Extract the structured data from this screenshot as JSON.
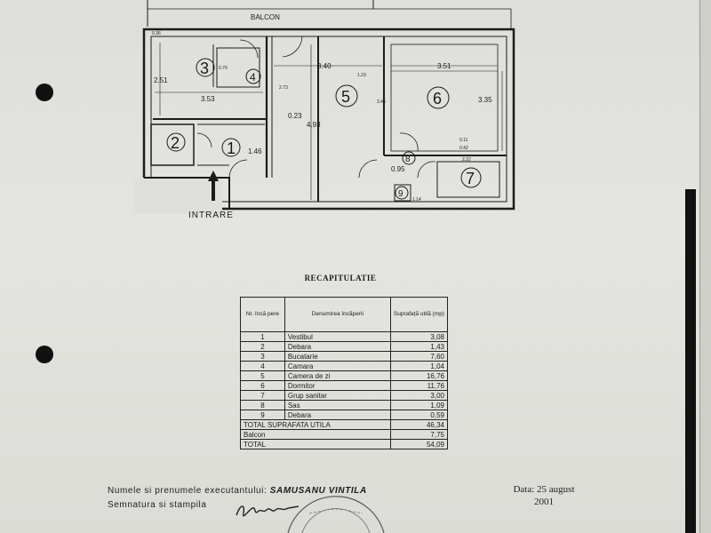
{
  "plan": {
    "balcony_label": "BALCON",
    "entrance_label": "INTRARE",
    "rooms": [
      "1",
      "2",
      "3",
      "4",
      "5",
      "6",
      "7",
      "8",
      "9"
    ],
    "dimensions": {
      "d_2_51": "2.51",
      "d_3_53": "3.53",
      "d_3_40": "3.40",
      "d_3_51": "3.51",
      "d_4_93": "4.93",
      "d_3_35": "3.35",
      "d_1_46": "1.46",
      "d_0_23": "0.23",
      "d_0_95": "0.95",
      "d_1_23": "1.23",
      "d_0_70": "0.70",
      "d_2_73": "2.73",
      "d_3_46": "3.46",
      "d_0_36": "0.36",
      "d_2_22": "2.22",
      "d_0_11": "0.11",
      "d_0_42": "0.42",
      "d_1_14": "1.14"
    }
  },
  "recap": {
    "title": "RECAPITULATIE",
    "headers": [
      "Nr. încă pere",
      "Denumirea încăperii",
      "Suprafață utilă (mp)"
    ],
    "rows": [
      {
        "nr": "1",
        "name": "Vestibul",
        "area": "3,08"
      },
      {
        "nr": "2",
        "name": "Debara",
        "area": "1,43"
      },
      {
        "nr": "3",
        "name": "Bucatarie",
        "area": "7,60"
      },
      {
        "nr": "4",
        "name": "Camara",
        "area": "1,04"
      },
      {
        "nr": "5",
        "name": "Camera de zi",
        "area": "16,76"
      },
      {
        "nr": "6",
        "name": "Dormitor",
        "area": "11,76"
      },
      {
        "nr": "7",
        "name": "Grup sanitar",
        "area": "3,00"
      },
      {
        "nr": "8",
        "name": "Sas",
        "area": "1,09"
      },
      {
        "nr": "9",
        "name": "Debara",
        "area": "0,59"
      }
    ],
    "total_useful_label": "TOTAL SUPRAFATA UTILA",
    "total_useful_value": "46,34",
    "balcony_label": "Balcon",
    "balcony_value": "7,75",
    "total_label": "TOTAL",
    "total_value": "54,09"
  },
  "footer": {
    "executor_label": "Numele si prenumele executantului:",
    "executor_name": "SAMUSANU VINTILA",
    "signature_label": "Semnatura si stampila",
    "date_line1": "Data: 25 august",
    "date_line2": "2001"
  }
}
